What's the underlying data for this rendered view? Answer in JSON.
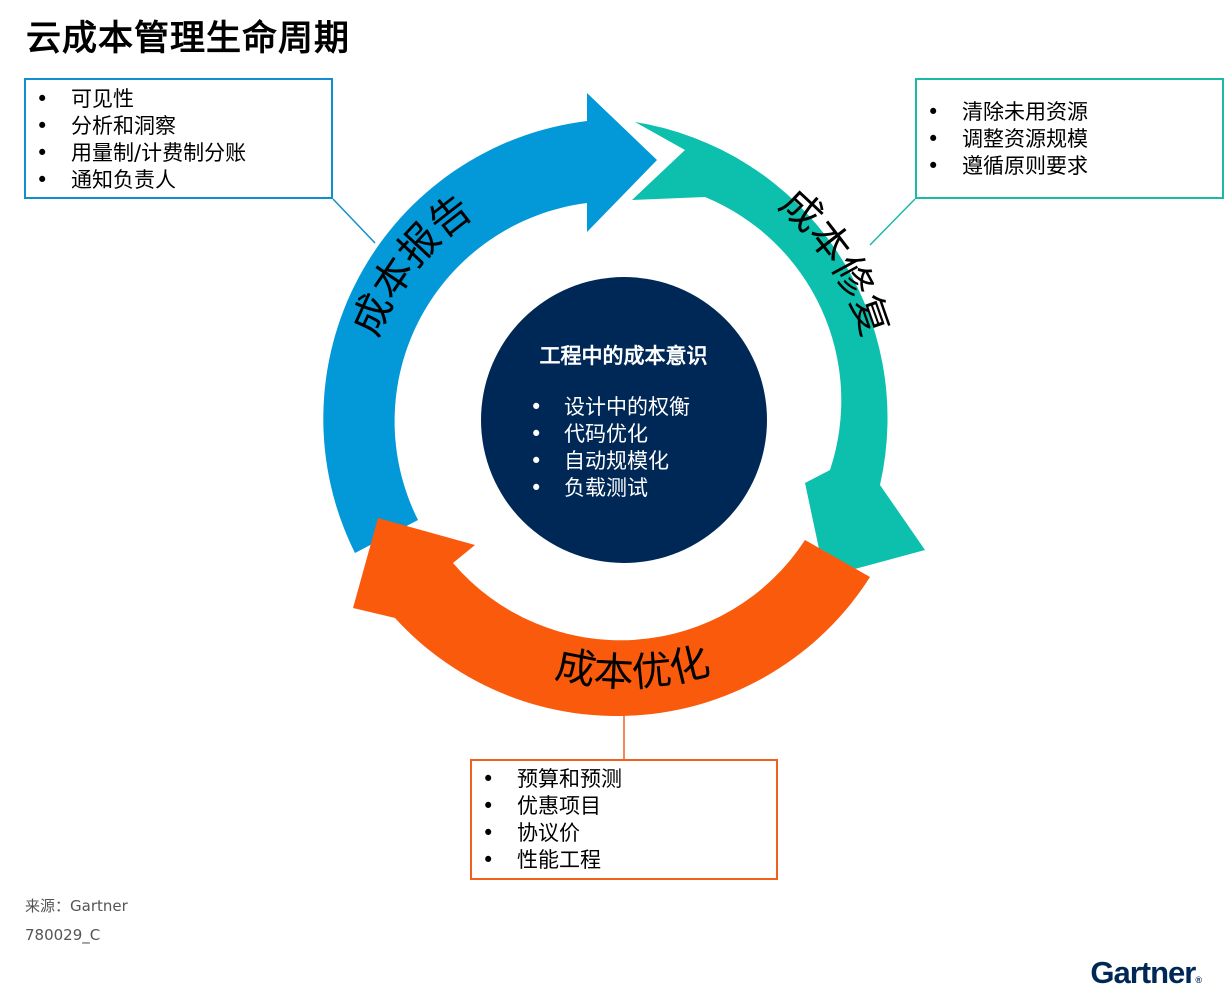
{
  "title": "云成本管理生命周期",
  "colors": {
    "reporting": "#0398d8",
    "remediation": "#0dbfad",
    "optimization": "#fa5a0c",
    "center": "#002856",
    "logo": "#002856"
  },
  "stages": {
    "reporting": {
      "label": "成本报告",
      "items": [
        "可见性",
        "分析和洞察",
        "用量制/计费制分账",
        "通知负责人"
      ]
    },
    "remediation": {
      "label": "成本修复",
      "items": [
        "清除未用资源",
        "调整资源规模",
        "遵循原则要求"
      ]
    },
    "optimization": {
      "label": "成本优化",
      "items": [
        "预算和预测",
        "优惠项目",
        "协议价",
        "性能工程"
      ]
    }
  },
  "center": {
    "title": "工程中的成本意识",
    "items": [
      "设计中的权衡",
      "代码优化",
      "自动规模化",
      "负载测试"
    ]
  },
  "footer": {
    "source": "来源：Gartner",
    "doc_id": "780029_C"
  },
  "brand": {
    "name": "Gartner",
    "mark": "®"
  }
}
